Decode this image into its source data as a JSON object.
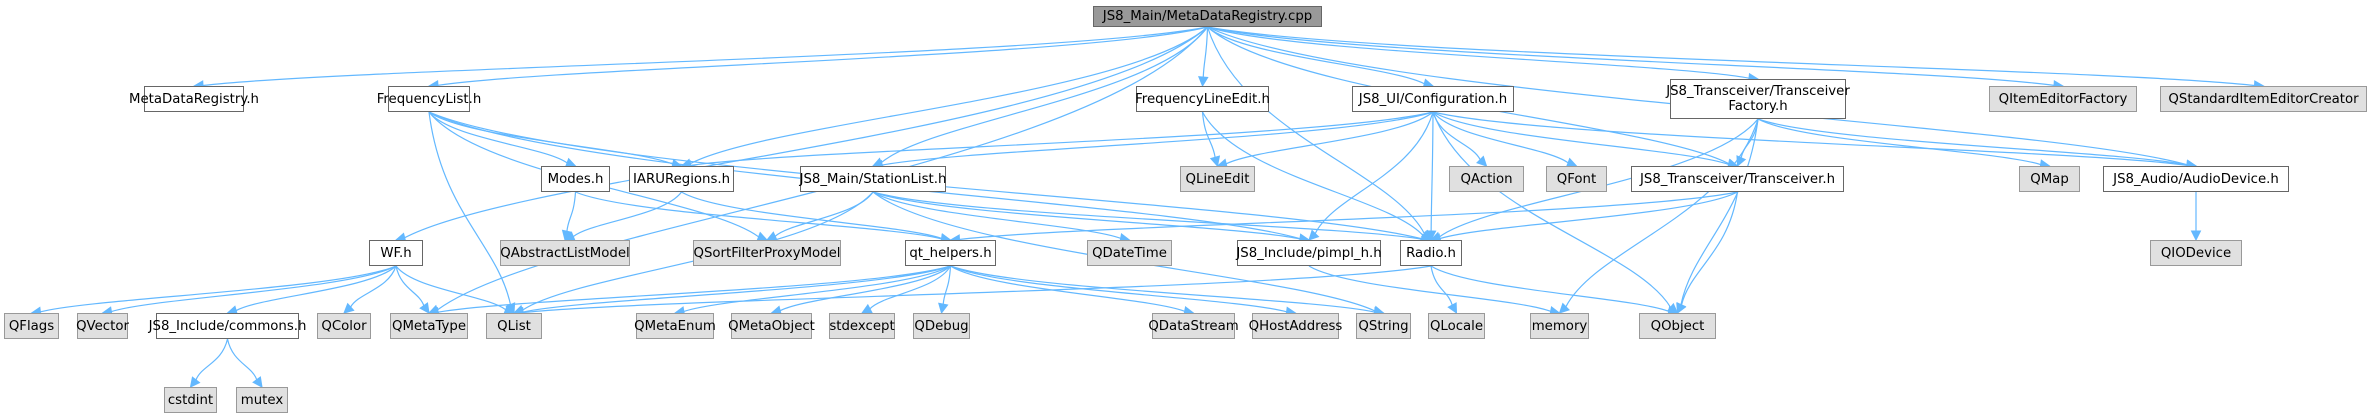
{
  "diagram": {
    "type": "include-dependency-graph",
    "edge_color": "#63b8ff",
    "node_styles": {
      "root": {
        "fill": "#999999",
        "border": "#666666"
      },
      "project_header": {
        "fill": "#ffffff",
        "border": "#666666"
      },
      "external_header": {
        "fill": "#e0e0e0",
        "border": "#999999"
      }
    },
    "nodes": [
      {
        "id": "root",
        "label": "JS8_Main/MetaDataRegistry.cpp",
        "kind": "root"
      },
      {
        "id": "metadataregistry_h",
        "label": "MetaDataRegistry.h",
        "kind": "project"
      },
      {
        "id": "frequencylist_h",
        "label": "FrequencyList.h",
        "kind": "project"
      },
      {
        "id": "frequencylineedit_h",
        "label": "FrequencyLineEdit.h",
        "kind": "project"
      },
      {
        "id": "configuration_h",
        "label": "JS8_UI/Configuration.h",
        "kind": "project"
      },
      {
        "id": "transceiverfactory_h",
        "label": "JS8_Transceiver/Transceiver\nFactory.h",
        "kind": "project"
      },
      {
        "id": "qitemeditorfactory",
        "label": "QItemEditorFactory",
        "kind": "external"
      },
      {
        "id": "qstandarditemeditorcreator",
        "label": "QStandardItemEditorCreator",
        "kind": "external"
      },
      {
        "id": "modes_h",
        "label": "Modes.h",
        "kind": "project"
      },
      {
        "id": "iaruregions_h",
        "label": "IARURegions.h",
        "kind": "project"
      },
      {
        "id": "stationlist_h",
        "label": "JS8_Main/StationList.h",
        "kind": "project"
      },
      {
        "id": "qlineedit",
        "label": "QLineEdit",
        "kind": "external"
      },
      {
        "id": "qaction",
        "label": "QAction",
        "kind": "external"
      },
      {
        "id": "qfont",
        "label": "QFont",
        "kind": "external"
      },
      {
        "id": "transceiver_h",
        "label": "JS8_Transceiver/Transceiver.h",
        "kind": "project"
      },
      {
        "id": "qmap",
        "label": "QMap",
        "kind": "external"
      },
      {
        "id": "audiodevice_h",
        "label": "JS8_Audio/AudioDevice.h",
        "kind": "project"
      },
      {
        "id": "wf_h",
        "label": "WF.h",
        "kind": "project"
      },
      {
        "id": "qabstractlistmodel",
        "label": "QAbstractListModel",
        "kind": "external"
      },
      {
        "id": "qsortfilterproxymodel",
        "label": "QSortFilterProxyModel",
        "kind": "external"
      },
      {
        "id": "qt_helpers_h",
        "label": "qt_helpers.h",
        "kind": "project"
      },
      {
        "id": "qdatetime",
        "label": "QDateTime",
        "kind": "external"
      },
      {
        "id": "pimpl_h_h",
        "label": "JS8_Include/pimpl_h.h",
        "kind": "project"
      },
      {
        "id": "radio_h",
        "label": "Radio.h",
        "kind": "project"
      },
      {
        "id": "qiodevice",
        "label": "QIODevice",
        "kind": "external"
      },
      {
        "id": "qflags",
        "label": "QFlags",
        "kind": "external"
      },
      {
        "id": "qvector",
        "label": "QVector",
        "kind": "external"
      },
      {
        "id": "commons_h",
        "label": "JS8_Include/commons.h",
        "kind": "project"
      },
      {
        "id": "qcolor",
        "label": "QColor",
        "kind": "external"
      },
      {
        "id": "qmetatype",
        "label": "QMetaType",
        "kind": "external"
      },
      {
        "id": "qlist",
        "label": "QList",
        "kind": "external"
      },
      {
        "id": "qmetaenum",
        "label": "QMetaEnum",
        "kind": "external"
      },
      {
        "id": "qmetaobject",
        "label": "QMetaObject",
        "kind": "external"
      },
      {
        "id": "stdexcept",
        "label": "stdexcept",
        "kind": "external"
      },
      {
        "id": "qdebug",
        "label": "QDebug",
        "kind": "external"
      },
      {
        "id": "qdatastream",
        "label": "QDataStream",
        "kind": "external"
      },
      {
        "id": "qhostaddress",
        "label": "QHostAddress",
        "kind": "external"
      },
      {
        "id": "qstring",
        "label": "QString",
        "kind": "external"
      },
      {
        "id": "qlocale",
        "label": "QLocale",
        "kind": "external"
      },
      {
        "id": "memory",
        "label": "memory",
        "kind": "external"
      },
      {
        "id": "qobject",
        "label": "QObject",
        "kind": "external"
      },
      {
        "id": "cstdint",
        "label": "cstdint",
        "kind": "external"
      },
      {
        "id": "mutex",
        "label": "mutex",
        "kind": "external"
      }
    ],
    "edges": [
      [
        "root",
        "metadataregistry_h"
      ],
      [
        "root",
        "frequencylist_h"
      ],
      [
        "root",
        "frequencylineedit_h"
      ],
      [
        "root",
        "configuration_h"
      ],
      [
        "root",
        "transceiverfactory_h"
      ],
      [
        "root",
        "qitemeditorfactory"
      ],
      [
        "root",
        "qstandarditemeditorcreator"
      ],
      [
        "root",
        "wf_h"
      ],
      [
        "root",
        "iaruregions_h"
      ],
      [
        "root",
        "stationlist_h"
      ],
      [
        "root",
        "transceiver_h"
      ],
      [
        "root",
        "audiodevice_h"
      ],
      [
        "root",
        "radio_h"
      ],
      [
        "root",
        "qmetatype"
      ],
      [
        "frequencylist_h",
        "modes_h"
      ],
      [
        "frequencylist_h",
        "iaruregions_h"
      ],
      [
        "frequencylist_h",
        "radio_h"
      ],
      [
        "frequencylist_h",
        "qsortfilterproxymodel"
      ],
      [
        "frequencylist_h",
        "qlist"
      ],
      [
        "frequencylist_h",
        "pimpl_h_h"
      ],
      [
        "frequencylineedit_h",
        "qlineedit"
      ],
      [
        "frequencylineedit_h",
        "radio_h"
      ],
      [
        "configuration_h",
        "qlineedit"
      ],
      [
        "configuration_h",
        "qaction"
      ],
      [
        "configuration_h",
        "qfont"
      ],
      [
        "configuration_h",
        "transceiver_h"
      ],
      [
        "configuration_h",
        "iaruregions_h"
      ],
      [
        "configuration_h",
        "stationlist_h"
      ],
      [
        "configuration_h",
        "audiodevice_h"
      ],
      [
        "configuration_h",
        "radio_h"
      ],
      [
        "configuration_h",
        "pimpl_h_h"
      ],
      [
        "configuration_h",
        "qobject"
      ],
      [
        "transceiverfactory_h",
        "transceiver_h"
      ],
      [
        "transceiverfactory_h",
        "qmap"
      ],
      [
        "transceiverfactory_h",
        "audiodevice_h"
      ],
      [
        "transceiverfactory_h",
        "radio_h"
      ],
      [
        "transceiverfactory_h",
        "memory"
      ],
      [
        "transceiverfactory_h",
        "qobject"
      ],
      [
        "modes_h",
        "qabstractlistmodel"
      ],
      [
        "modes_h",
        "qt_helpers_h"
      ],
      [
        "iaruregions_h",
        "qabstractlistmodel"
      ],
      [
        "iaruregions_h",
        "qt_helpers_h"
      ],
      [
        "stationlist_h",
        "qsortfilterproxymodel"
      ],
      [
        "stationlist_h",
        "qdatetime"
      ],
      [
        "stationlist_h",
        "pimpl_h_h"
      ],
      [
        "stationlist_h",
        "radio_h"
      ],
      [
        "stationlist_h",
        "qlist"
      ],
      [
        "stationlist_h",
        "qstring"
      ],
      [
        "transceiver_h",
        "qt_helpers_h"
      ],
      [
        "transceiver_h",
        "radio_h"
      ],
      [
        "transceiver_h",
        "qobject"
      ],
      [
        "audiodevice_h",
        "qiodevice"
      ],
      [
        "wf_h",
        "qflags"
      ],
      [
        "wf_h",
        "qvector"
      ],
      [
        "wf_h",
        "commons_h"
      ],
      [
        "wf_h",
        "qcolor"
      ],
      [
        "wf_h",
        "qmetatype"
      ],
      [
        "wf_h",
        "qlist"
      ],
      [
        "qt_helpers_h",
        "qmetatype"
      ],
      [
        "qt_helpers_h",
        "qlist"
      ],
      [
        "qt_helpers_h",
        "qmetaenum"
      ],
      [
        "qt_helpers_h",
        "qmetaobject"
      ],
      [
        "qt_helpers_h",
        "stdexcept"
      ],
      [
        "qt_helpers_h",
        "qdebug"
      ],
      [
        "qt_helpers_h",
        "qdatastream"
      ],
      [
        "qt_helpers_h",
        "qhostaddress"
      ],
      [
        "qt_helpers_h",
        "qstring"
      ],
      [
        "pimpl_h_h",
        "memory"
      ],
      [
        "radio_h",
        "qlocale"
      ],
      [
        "radio_h",
        "qlist"
      ],
      [
        "radio_h",
        "qobject"
      ],
      [
        "commons_h",
        "cstdint"
      ],
      [
        "commons_h",
        "mutex"
      ]
    ]
  }
}
